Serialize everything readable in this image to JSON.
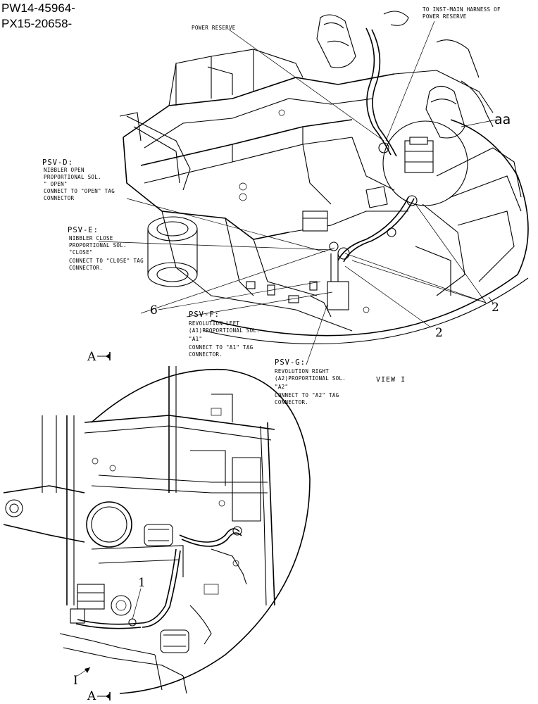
{
  "serials": {
    "line1": "PW14-45964-",
    "line2": "PX15-20658-"
  },
  "callouts": {
    "inst_main": {
      "line1": "TO INST-MAIN HARNESS OF",
      "line2": "POWER RESERVE"
    },
    "power_reserve": "POWER RESERVE",
    "detail_tag": "aa",
    "psv_d": {
      "title": "PSV-D:",
      "line1": "NIBBLER OPEN",
      "line2": "PROPORTIONAL SOL.",
      "line3": "\" OPEN\"",
      "line4": "CONNECT TO \"OPEN\" TAG",
      "line5": "CONNECTOR"
    },
    "psv_e": {
      "title": "PSV-E:",
      "line1": "NIBBLER CLOSE",
      "line2": "PROPORTIONAL SOL.",
      "line3": "\"CLOSE\"",
      "line4": "CONNECT TO \"CLOSE\" TAG",
      "line5": "CONNECTOR."
    },
    "psv_f": {
      "title": "PSV-F:",
      "line1": "REVOLUTION LEFT",
      "line2": "(A1)PROPORTIONAL SOL.",
      "line3": "\"A1\"",
      "line4": "CONNECT TO \"A1\" TAG",
      "line5": "CONNECTOR."
    },
    "psv_g": {
      "title": "PSV-G:",
      "line1": "REVOLUTION RIGHT",
      "line2": "(A2)PROPORTIONAL SOL.",
      "line3": "\"A2\"",
      "line4": "CONNECT TO \"A2\" TAG",
      "line5": "CONNECTOR."
    },
    "view_label": "VIEW I",
    "ref_6": "6",
    "ref_2a": "2",
    "ref_2b": "2",
    "ref_1": "1",
    "ref_I": "I",
    "section_a_top": "A",
    "section_a_bottom": "A"
  }
}
